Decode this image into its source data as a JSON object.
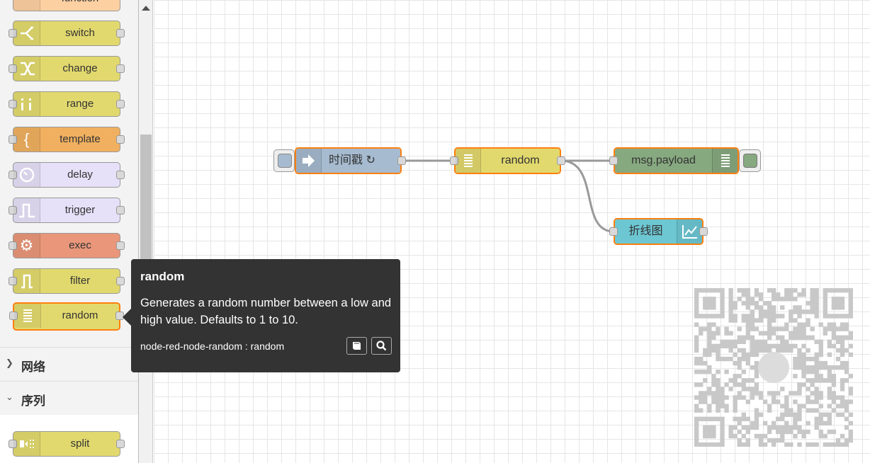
{
  "palette": {
    "nodes": [
      {
        "label": "function",
        "icon": "function-icon",
        "color": "#fdd0a2"
      },
      {
        "label": "switch",
        "icon": "switch-icon",
        "color": "#e2d96e"
      },
      {
        "label": "change",
        "icon": "shuffle-icon",
        "color": "#e2d96e"
      },
      {
        "label": "range",
        "icon": "range-icon",
        "color": "#e2d96e"
      },
      {
        "label": "template",
        "icon": "brace-icon",
        "color": "#f0b060"
      },
      {
        "label": "delay",
        "icon": "timer-icon",
        "color": "#e6e0f8"
      },
      {
        "label": "trigger",
        "icon": "trigger-icon",
        "color": "#e6e0f8"
      },
      {
        "label": "exec",
        "icon": "gear-icon",
        "color": "#e9967a"
      },
      {
        "label": "filter",
        "icon": "filter-icon",
        "color": "#e2d96e"
      },
      {
        "label": "random",
        "icon": "list-icon",
        "color": "#e2d96e"
      },
      {
        "label": "split",
        "icon": "split-icon",
        "color": "#e2d96e"
      }
    ],
    "sections": [
      {
        "label": "网络",
        "state": "collapsed"
      },
      {
        "label": "序列",
        "state": "expanded"
      }
    ]
  },
  "tooltip": {
    "title": "random",
    "description": "Generates a random number between a low and high value. Defaults to 1 to 10.",
    "module": "node-red-node-random : random"
  },
  "flow": {
    "nodes": [
      {
        "label": "时间戳 ↻",
        "icon": "inject-icon",
        "color": "#a6bbcf"
      },
      {
        "label": "random",
        "icon": "list-icon",
        "color": "#e2d96e"
      },
      {
        "label": "msg.payload",
        "icon": "list-icon",
        "color": "#87a980"
      },
      {
        "label": "折线图",
        "icon": "chart-icon",
        "color": "#6dc7d3"
      }
    ]
  }
}
